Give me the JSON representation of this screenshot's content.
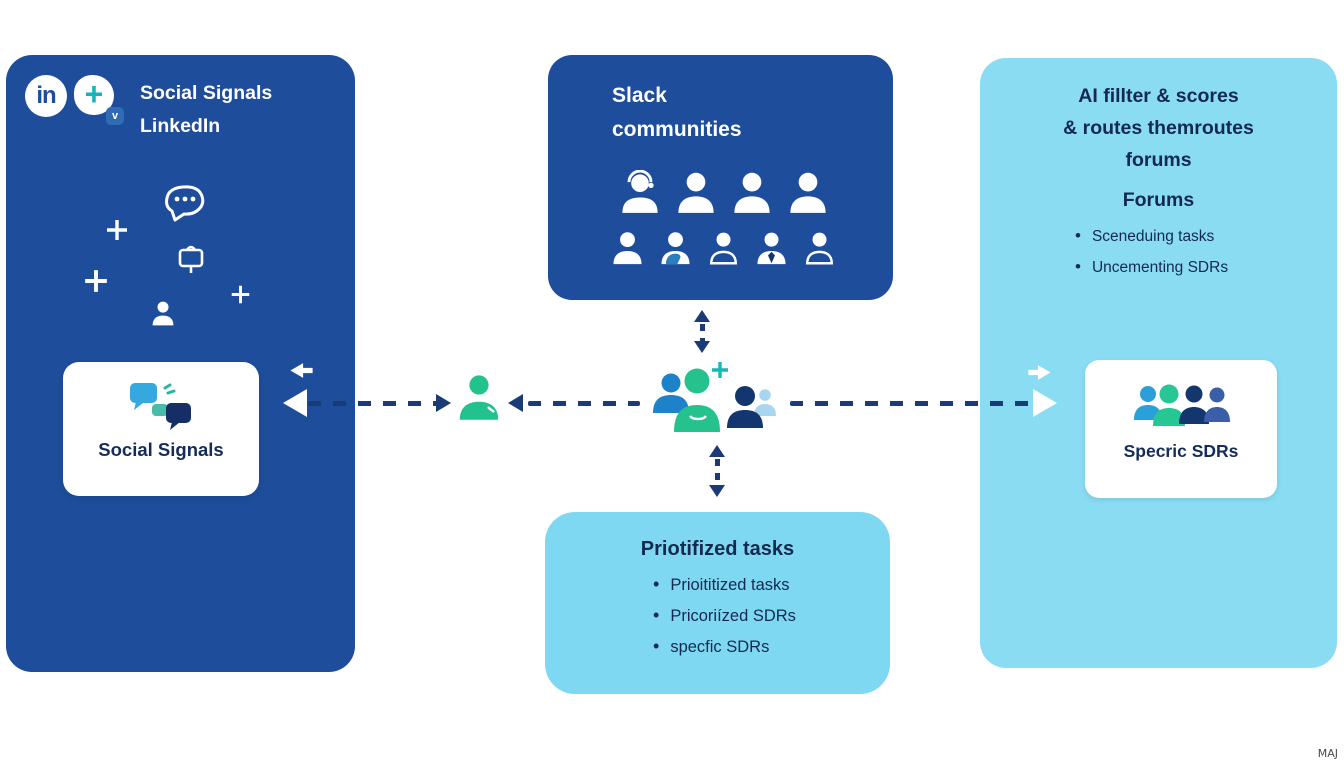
{
  "colors": {
    "panel_blue": "#1d4d9b",
    "panel_cyan_right": "#8adcf3",
    "panel_cyan_bottom": "#7fd8f1",
    "navy_text": "#152c5b",
    "arrow_navy": "#1b3a78",
    "teal_person": "#22c28f",
    "blue_person": "#1e82c8",
    "light_blue_person": "#a9d6ef"
  },
  "left_panel": {
    "title_line1": "Social Signals",
    "title_line2": "LinkedIn",
    "linkedin_monogram": "in",
    "badge_check": "v",
    "card_label": "Social Signals"
  },
  "slack_panel": {
    "title_line1": "Slack",
    "title_line2": "communities"
  },
  "tasks_panel": {
    "title": "Priotifized tasks",
    "bullets": [
      "Prioititized tasks",
      "Pricoriízed SDRs",
      "specfic SDRs"
    ]
  },
  "right_panel": {
    "title_line1": "AI fillter & scores",
    "title_line2": "& routes themroutes",
    "title_line3": "forums",
    "subtitle": "Forums",
    "bullets": [
      "Sceneduing tasks",
      "Uncementing SDRs"
    ],
    "card_label": "Specric SDRs"
  },
  "watermark": "MAJ"
}
